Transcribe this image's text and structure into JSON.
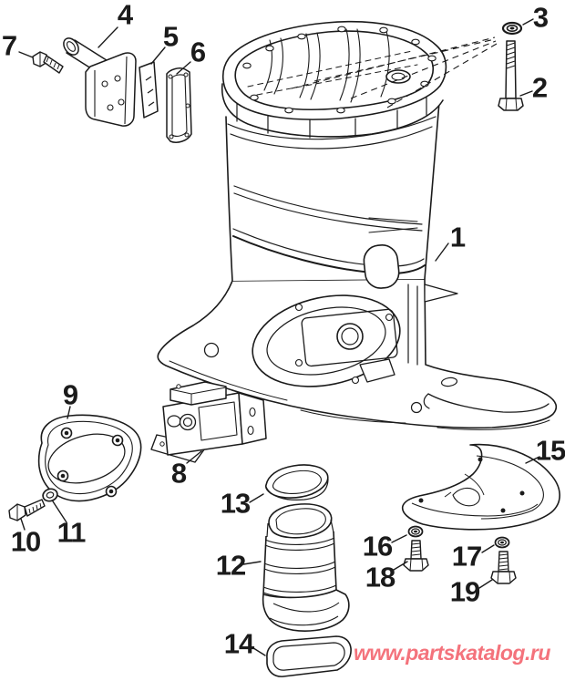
{
  "diagram": {
    "background": "#ffffff",
    "ink": "#1b1b1b"
  },
  "watermark": {
    "text": "www.partskatalog.ru",
    "color": "#f4737c"
  },
  "callouts": {
    "c1": "1",
    "c2": "2",
    "c3": "3",
    "c4": "4",
    "c5": "5",
    "c6": "6",
    "c7": "7",
    "c8": "8",
    "c9": "9",
    "c10": "10",
    "c11": "11",
    "c12": "12",
    "c13": "13",
    "c14": "14",
    "c15": "15",
    "c16": "16",
    "c17": "17",
    "c18": "18",
    "c19": "19"
  }
}
